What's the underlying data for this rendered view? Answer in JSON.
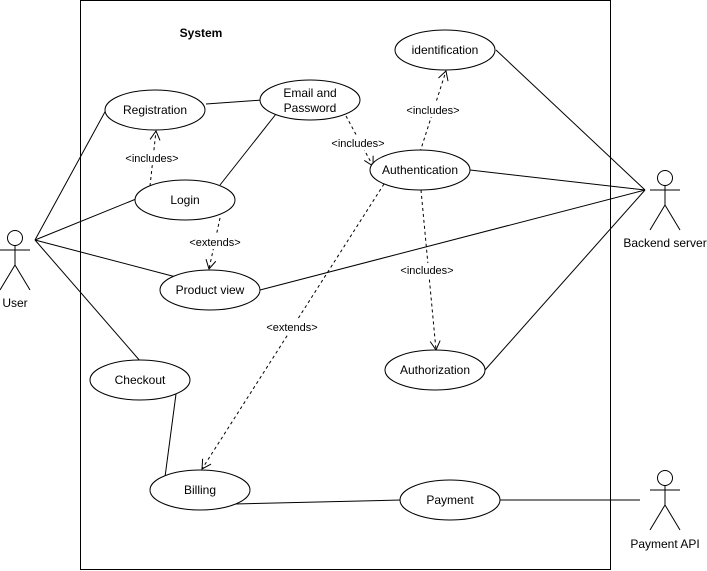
{
  "system": {
    "title": "System"
  },
  "actors": {
    "user": "User",
    "backend_server": "Backend server",
    "payment_api": "Payment API"
  },
  "use_cases": {
    "identification": "identification",
    "registration": "Registration",
    "email_password_line1": "Email and",
    "email_password_line2": "Password",
    "authentication": "Authentication",
    "login": "Login",
    "product_view": "Product view",
    "authorization": "Authorization",
    "checkout": "Checkout",
    "billing": "Billing",
    "payment": "Payment"
  },
  "relations": {
    "includes_identification": "<includes>",
    "includes_registration": "<includes>",
    "includes_authentication": "<includes>",
    "includes_authorization": "<includes>",
    "extends_product_view": "<extends>",
    "extends_billing": "<extends>"
  },
  "colors": {
    "stroke": "#000000",
    "fill": "#ffffff"
  }
}
